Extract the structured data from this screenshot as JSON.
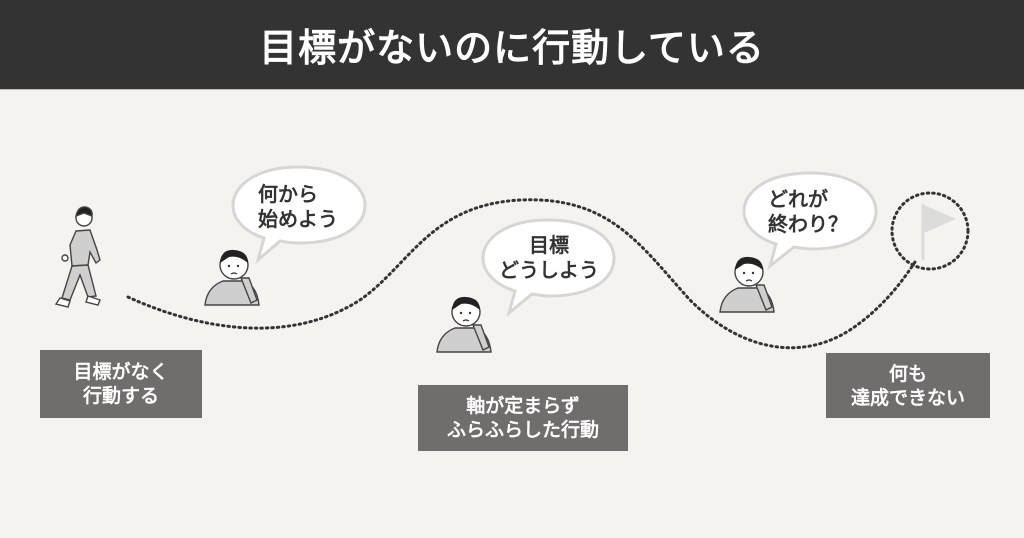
{
  "header": {
    "title": "目標がないのに行動している"
  },
  "colors": {
    "header_bg": "#333333",
    "background": "#f4f3ef",
    "label_bg": "#6f6e6c",
    "label_text": "#ffffff",
    "bubble_fill": "#ffffff",
    "bubble_border": "#d6d6d4",
    "path_dots": "#333333",
    "flag": "#dcdcdb"
  },
  "stages": [
    {
      "label_line1": "目標がなく",
      "label_line2": "行動する"
    },
    {
      "label_line1": "軸が定まらず",
      "label_line2": "ふらふらした行動"
    },
    {
      "label_line1": "何も",
      "label_line2": "達成できない"
    }
  ],
  "bubbles": [
    {
      "line1": "何から",
      "line2": "始めよう"
    },
    {
      "line1": "目標",
      "line2": "どうしよう"
    },
    {
      "line1": "どれが",
      "line2": "終わり？"
    }
  ],
  "icons": [
    "walking-person-icon",
    "thinking-person-icon",
    "goal-flag-icon",
    "dotted-path"
  ]
}
